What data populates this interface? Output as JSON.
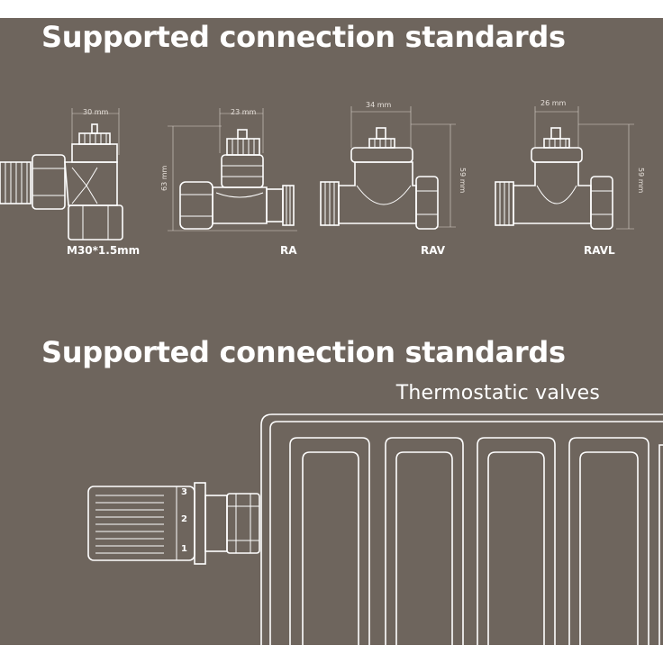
{
  "section_top": {
    "title": "Supported connection standards",
    "valves": [
      {
        "name": "M30*1.5mm",
        "width_dim": "30 mm",
        "height_dim": ""
      },
      {
        "name": "RA",
        "width_dim": "23 mm",
        "height_dim": "63 mm"
      },
      {
        "name": "RAV",
        "width_dim": "34 mm",
        "height_dim": "59 mm"
      },
      {
        "name": "RAVL",
        "width_dim": "26 mm",
        "height_dim": "59 mm"
      }
    ]
  },
  "section_bottom": {
    "title": "Supported connection standards",
    "subtitle": "Thermostatic valves",
    "scale_marks": [
      "1",
      "2",
      "3"
    ]
  },
  "colors": {
    "background": "#6e655d",
    "line": "#ffffff"
  },
  "icons": [
    "m30-valve-icon",
    "ra-valve-icon",
    "rav-valve-icon",
    "ravl-valve-icon",
    "thermostat-head-icon",
    "radiator-icon"
  ]
}
